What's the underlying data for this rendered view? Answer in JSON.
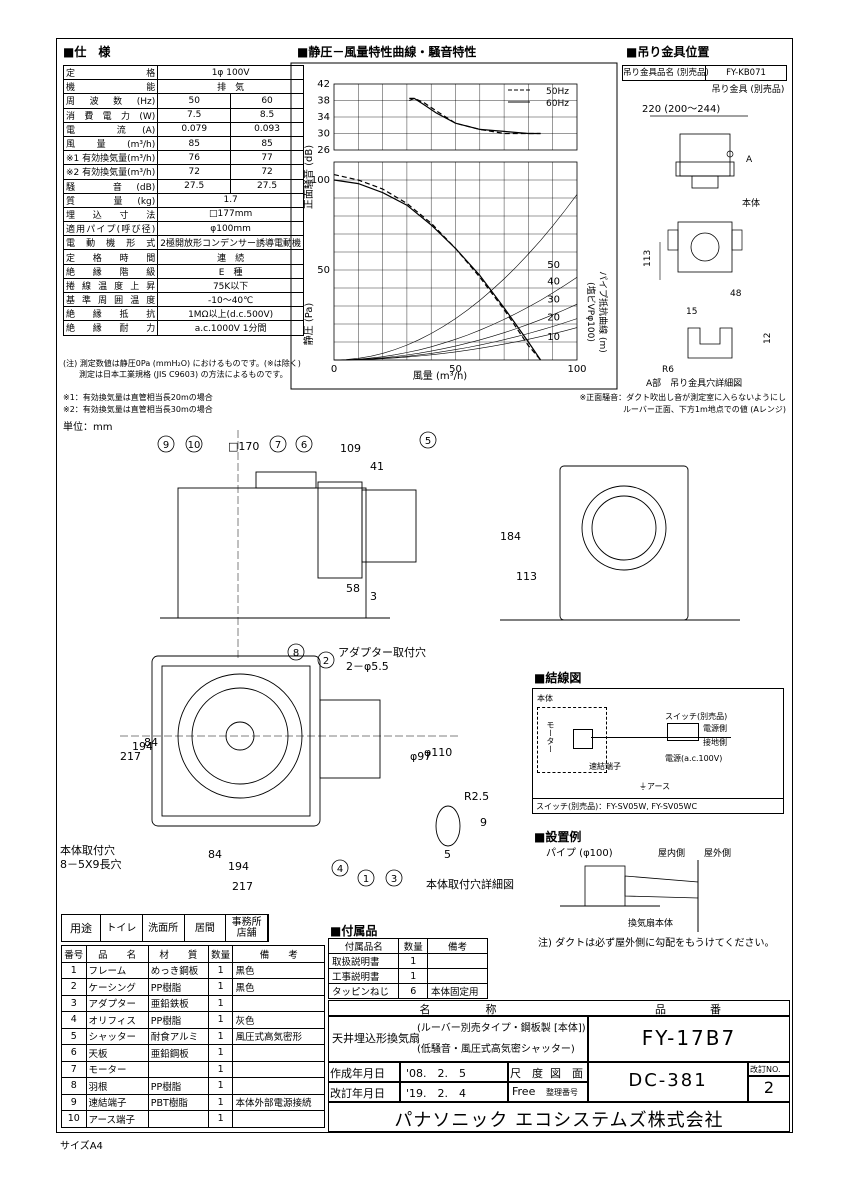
{
  "headers": {
    "spec": "■仕　様",
    "chart": "■静圧－風量特性曲線・騒音特性",
    "hanger": "■吊り金具位置",
    "wiring": "■結線図",
    "install": "■設置例",
    "accessories": "■付属品"
  },
  "spec_rows": [
    [
      "定　　格",
      "1φ 100V",
      ""
    ],
    [
      "機　　能",
      "排　気",
      ""
    ],
    [
      "周波数(Hz)",
      "50",
      "60"
    ],
    [
      "消費電力(W)",
      "7.5",
      "8.5"
    ],
    [
      "電　流(A)",
      "0.079",
      "0.093"
    ],
    [
      "風量(m³/h)",
      "85",
      "85"
    ],
    [
      "※1 有効換気量(m³/h)",
      "76",
      "77"
    ],
    [
      "※2 有効換気量(m³/h)",
      "72",
      "72"
    ],
    [
      "騒　音(dB)",
      "27.5",
      "27.5"
    ],
    [
      "質　量(kg)",
      "1.7",
      ""
    ],
    [
      "埋 込 寸 法",
      "□177mm",
      ""
    ],
    [
      "適用パイプ(呼び径)",
      "φ100mm",
      ""
    ],
    [
      "電 動 機 形 式",
      "2極開放形コンデンサー誘導電動機",
      ""
    ],
    [
      "定 格 時 間",
      "連　続",
      ""
    ],
    [
      "絶 縁 階 級",
      "E　種",
      ""
    ],
    [
      "捲線温度上昇",
      "75K以下",
      ""
    ],
    [
      "基準周囲温度",
      "-10～40℃",
      ""
    ],
    [
      "絶 縁 抵 抗",
      "1MΩ以上(d.c.500V)",
      ""
    ],
    [
      "絶 縁 耐 力",
      "a.c.1000V 1分間",
      ""
    ]
  ],
  "spec_note": "(注) 測定数値は静圧0Pa (mmH₂O) におけるものです。(※は除く)\n　　測定は日本工業規格 (JIS C9603) の方法によるものです。",
  "notes_under_spec": [
    "※1：有効換気量は直管相当長20mの場合",
    "※2：有効換気量は直管相当長30mの場合"
  ],
  "unit_label": "単位：mm",
  "chart_data": [
    {
      "type": "line",
      "ylabel": "正面騒音 (dB)",
      "yticks": [
        26,
        30,
        34,
        38,
        42
      ],
      "ylim": [
        26,
        42
      ],
      "xlim": [
        0,
        100
      ],
      "series": [
        {
          "name": "50Hz",
          "style": "dashed",
          "x": [
            31,
            33,
            37,
            42,
            50,
            60,
            70,
            80,
            85
          ],
          "y": [
            38,
            38.5,
            37.5,
            35.5,
            32.5,
            31,
            30,
            30,
            30
          ]
        },
        {
          "name": "60Hz",
          "style": "solid",
          "x": [
            31,
            33,
            37,
            42,
            50,
            60,
            70,
            80,
            85
          ],
          "y": [
            38.5,
            38.5,
            37,
            35,
            32.5,
            31,
            30.5,
            30,
            30
          ]
        }
      ]
    },
    {
      "type": "line",
      "ylabel": "静圧 (Pa)",
      "xlabel": "風量 (m³/h)",
      "xticks": [
        0,
        50,
        100
      ],
      "yticks": [
        50,
        100
      ],
      "xlim": [
        0,
        100
      ],
      "ylim": [
        0,
        110
      ],
      "series": [
        {
          "name": "50Hz",
          "style": "dashed",
          "x": [
            0,
            10,
            20,
            30,
            40,
            50,
            60,
            70,
            80,
            85
          ],
          "y": [
            103,
            100,
            95,
            87,
            76,
            62,
            46,
            28,
            8,
            0
          ]
        },
        {
          "name": "60Hz",
          "style": "solid",
          "x": [
            0,
            10,
            20,
            30,
            40,
            50,
            60,
            70,
            80,
            85
          ],
          "y": [
            100,
            98,
            93,
            86,
            75,
            62,
            47,
            29,
            10,
            0
          ]
        }
      ],
      "secondary_axis": {
        "label": "パイプ抵抗曲線 (m)",
        "sublabel": "(塩ビVPφ100)",
        "curves": [
          "50",
          "40",
          "30",
          "20",
          "10"
        ]
      }
    }
  ],
  "chart_note": [
    "※正面騒音：ダクト吹出し音が測定室に入らないようにし",
    "ルーバー正面、下方1m地点での値 (Aレンジ)"
  ],
  "hanger": {
    "title_left": "吊り金具品名 (別売品)",
    "title_right": "FY-KB071",
    "label_part": "吊り金具 (別売品)",
    "dim_top": "220 (200～244)",
    "label_body": "本体",
    "label_a": "A",
    "dim_113": "113",
    "dim_48": "48",
    "dim_15": "15",
    "dim_12": "12",
    "r6": "R6",
    "caption": "A部　吊り金具穴詳細図"
  },
  "drawing": {
    "balloons": [
      "9",
      "10",
      "7",
      "6",
      "5",
      "8",
      "2",
      "4",
      "1",
      "3"
    ],
    "d_sq170": "□170",
    "d_109": "109",
    "d_41": "41",
    "d_58": "58",
    "d_3": "3",
    "d_184": "184",
    "d_113": "113",
    "adapter_hole": "アダプター取付穴",
    "adapter_hole_spec": "2－φ5.5",
    "d_217v": "217",
    "d_194v": "194",
    "d_84v": "84",
    "d_phi97": "φ97",
    "d_phi110": "φ110",
    "d_84h": "84",
    "d_194h": "194",
    "d_217h": "217",
    "mount_hole": "本体取付穴",
    "mount_hole_spec": "8－5X9長穴",
    "r25": "R2.5",
    "d_9": "9",
    "d_5": "5",
    "mount_detail": "本体取付穴詳細図"
  },
  "wiring": {
    "body": "本体",
    "motor": "モーター",
    "switch_label": "スイッチ(別売品)",
    "power_side": "電源側",
    "load_side": "接地側",
    "power": "電源(a.c.100V)",
    "terminal": "速結端子",
    "earth": "⏚アース",
    "footer": "スイッチ(別売品)：FY-SV05W, FY-SV05WC"
  },
  "install": {
    "pipe": "パイプ (φ100)",
    "indoor": "屋内側",
    "outdoor": "屋外側",
    "fan_body": "換気扇本体",
    "note": "注) ダクトは必ず屋外側に勾配をもうけてください。"
  },
  "usage": {
    "label": "用途",
    "items": [
      "トイレ",
      "洗面所",
      "居間",
      "事務所\n店舗"
    ]
  },
  "parts_header": [
    "番号",
    "品　　名",
    "材　　質",
    "数量",
    "備　　考"
  ],
  "parts": [
    [
      "1",
      "フレーム",
      "めっき鋼板",
      "1",
      "黒色"
    ],
    [
      "2",
      "ケーシング",
      "PP樹脂",
      "1",
      "黒色"
    ],
    [
      "3",
      "アダプター",
      "亜鉛鉄板",
      "1",
      ""
    ],
    [
      "4",
      "オリフィス",
      "PP樹脂",
      "1",
      "灰色"
    ],
    [
      "5",
      "シャッター",
      "耐食アルミ",
      "1",
      "風圧式高気密形"
    ],
    [
      "6",
      "天板",
      "亜鉛鋼板",
      "1",
      ""
    ],
    [
      "7",
      "モーター",
      "",
      "1",
      ""
    ],
    [
      "8",
      "羽根",
      "PP樹脂",
      "1",
      ""
    ],
    [
      "9",
      "速結端子",
      "PBT樹脂",
      "1",
      "本体外部電源接続"
    ],
    [
      "10",
      "アース端子",
      "",
      "1",
      ""
    ]
  ],
  "accessories_header": [
    "付属品名",
    "数量",
    "備考"
  ],
  "accessories": [
    [
      "取扱説明書",
      "1",
      ""
    ],
    [
      "工事説明書",
      "1",
      ""
    ],
    [
      "タッピンねじ",
      "6",
      "本体固定用"
    ]
  ],
  "title_block": {
    "name_label": "名　　　　　称",
    "number_label": "品　　　　番",
    "product_type": "天井埋込形換気扇",
    "product_desc1": "(ルーバー別売タイプ・鋼板製 [本体])",
    "product_desc2": "(低騒音・風圧式高気密シャッター)",
    "model": "FY-17B7",
    "created_label": "作成年月日",
    "created": "'08.　2.　5",
    "revised_label": "改訂年月日",
    "revised": "'19.　2.　4",
    "scale_label": "尺　度",
    "scale": "Free",
    "drawing_label": "図　面",
    "ref_label": "整理番号",
    "doc_no": "DC-381",
    "rev_label": "改訂NO.",
    "rev": "2",
    "company": "パナソニック エコシステムズ株式会社"
  },
  "size": "サイズA4"
}
